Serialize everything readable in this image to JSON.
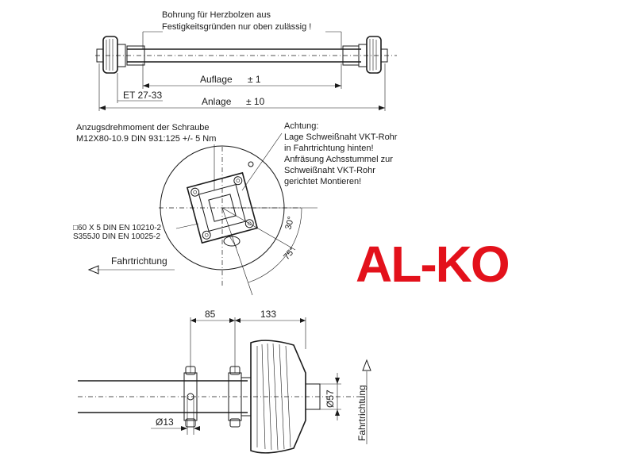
{
  "top_view": {
    "note_line1": "Bohrung für Herzbolzen aus",
    "note_line2": "Festigkeitsgründen nur oben zulässig !",
    "auflage_label": "Auflage",
    "auflage_tol": "± 1",
    "anlage_label": "Anlage",
    "anlage_tol": "± 10",
    "et_label": "ET 27-33"
  },
  "side_view": {
    "torque_line1": "Anzugsdrehmoment der Schraube",
    "torque_line2": "M12X80-10.9 DIN 931:125 +/- 5 Nm",
    "warn_line1": "Achtung:",
    "warn_line2": "Lage Schweißnaht VKT-Rohr",
    "warn_line3": "in Fahrtrichtung hinten!",
    "warn_line4": "Anfräsung Achsstummel zur",
    "warn_line5": "Schweißnaht VKT-Rohr",
    "warn_line6": "gerichtet Montieren!",
    "profile_line1": "□60 X 5 DIN EN 10210-2",
    "profile_line2": "S355J0 DIN EN 10025-2",
    "angle_30": "30°",
    "angle_75": "75°",
    "direction_label": "Fahrtrichtung"
  },
  "bottom_view": {
    "dim_85": "85",
    "dim_133": "133",
    "dim_d57": "Ø57",
    "dim_d13": "Ø13",
    "direction_label": "Fahrtrichtung"
  },
  "logo": {
    "text": "AL-KO",
    "color": "#e3111b"
  }
}
